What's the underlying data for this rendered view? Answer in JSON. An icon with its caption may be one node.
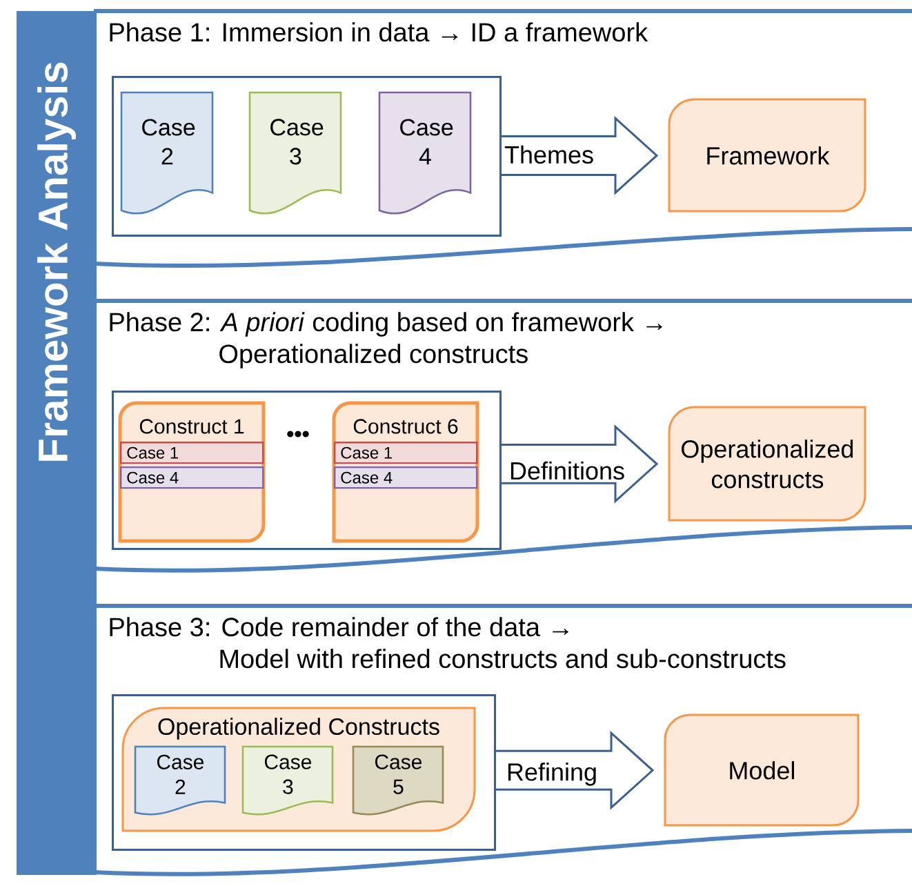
{
  "diagram": {
    "nodes": [
      {
        "text": [
          "Framework Analysis"
        ]
      },
      {
        "text": [
          "Phase 1: Immersion in data → ID a framework"
        ]
      },
      {
        "text": [],
        "shape": "box",
        "in": 1
      },
      {
        "text": [
          "Case 2"
        ],
        "in": 2
      },
      {
        "text": [
          "Case 3"
        ],
        "in": 2
      },
      {
        "text": [
          "Case 4"
        ],
        "in": 2
      },
      {
        "text": [
          "Framework"
        ],
        "in": 1
      },
      {
        "text": [
          "Phase 2: *A priori* coding based on framework → Operationalized constructs"
        ]
      },
      {
        "text": [],
        "shape": "box",
        "in": 7
      },
      {
        "text": [
          "Construct 1"
        ],
        "in": 8
      },
      {
        "text": [
          "Case 1"
        ],
        "in": 9
      },
      {
        "text": [
          "Case 4"
        ],
        "in": 9
      },
      {
        "text": [
          "Construct 6"
        ],
        "in": 8
      },
      {
        "text": [
          "Case 1"
        ],
        "in": 12
      },
      {
        "text": [
          "Case 4"
        ],
        "in": 12
      },
      {
        "text": [
          "Operationalized constructs"
        ],
        "in": 7
      },
      {
        "text": [
          "Phase 3: Code remainder of the data → Model with refined constructs and sub-constructs"
        ]
      },
      {
        "text": [],
        "shape": "box",
        "in": 16
      },
      {
        "text": [
          "Operationalized Constructs"
        ],
        "in": 17
      },
      {
        "text": [
          "Case 2"
        ],
        "in": 18
      },
      {
        "text": [
          "Case 3"
        ],
        "in": 18
      },
      {
        "text": [
          "Case 5"
        ],
        "in": 18
      },
      {
        "text": [
          "Model"
        ],
        "in": 16
      }
    ],
    "edges": [
      {
        "from": 2,
        "to": 6,
        "arrow": "to",
        "label": "Themes"
      },
      {
        "from": 8,
        "to": 15,
        "arrow": "to",
        "label": "Definitions"
      },
      {
        "from": 17,
        "to": 22,
        "arrow": "to",
        "label": "Refining"
      }
    ],
    "labels": [
      "•••"
    ]
  }
}
